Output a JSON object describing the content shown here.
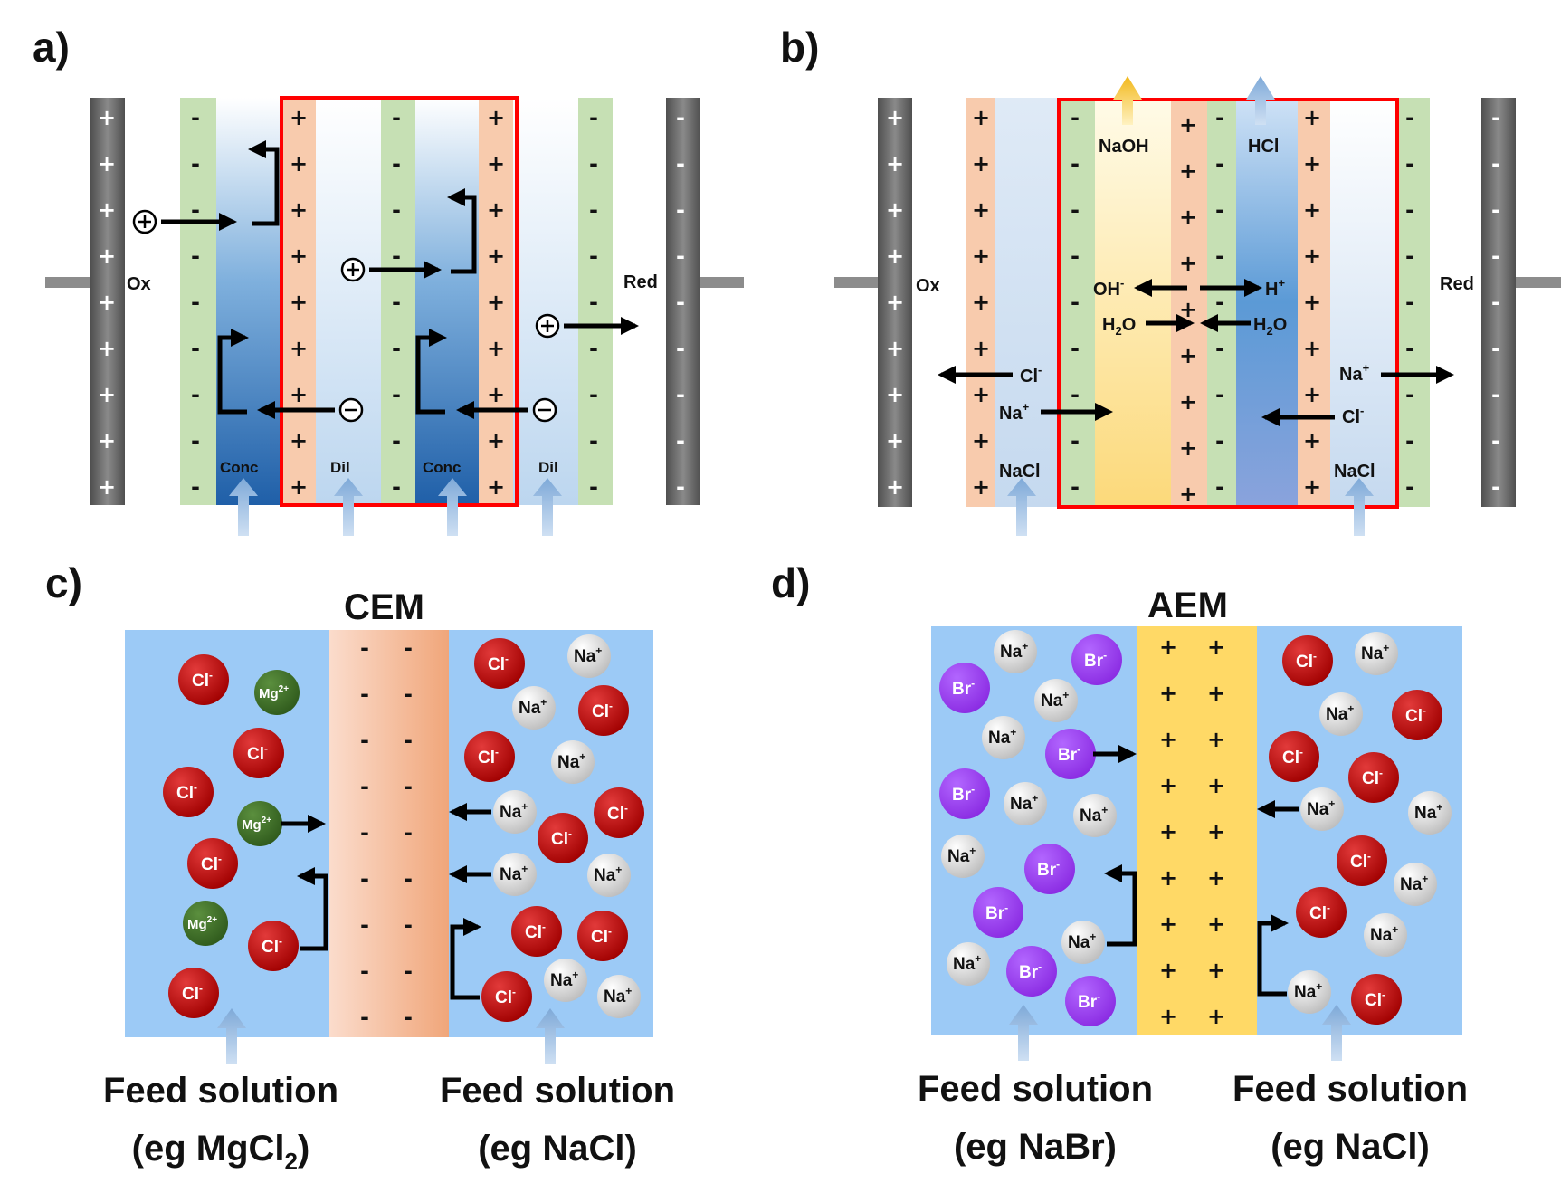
{
  "panel_a": {
    "label": "a)",
    "ox": "Ox",
    "red": "Red",
    "conc1": "Conc",
    "dil1": "Dil",
    "conc2": "Conc",
    "dil2": "Dil"
  },
  "panel_b": {
    "label": "b)",
    "ox": "Ox",
    "red": "Red",
    "naoh": "NaOH",
    "hcl": "HCl",
    "oh": "OH",
    "h": "H",
    "h2o_left": "H",
    "h2o_right": "H",
    "cl_left": "Cl",
    "na_left": "Na",
    "na_right": "Na",
    "cl_right": "Cl",
    "nacl_left": "NaCl",
    "nacl_right": "NaCl"
  },
  "panel_c": {
    "label": "c)",
    "title": "CEM",
    "feed_left_1": "Feed solution",
    "feed_left_2": "(eg MgCl",
    "feed_right_1": "Feed solution",
    "feed_right_2": "(eg NaCl)"
  },
  "panel_d": {
    "label": "d)",
    "title": "AEM",
    "feed_left_1": "Feed solution",
    "feed_left_2": "(eg NaBr)",
    "feed_right_1": "Feed solution",
    "feed_right_2": "(eg NaCl)"
  },
  "ions": {
    "cl": "Cl",
    "na": "Na",
    "mg": "Mg",
    "br": "Br"
  },
  "colors": {
    "cem_green": "#c6e0b4",
    "aem_orange": "#f8cbad",
    "electrode_gray": "#6e6e6e",
    "highlight_red": "#ff0000",
    "cl_red": "#c00000",
    "mg_green": "#3c6e28",
    "br_purple": "#9933ff",
    "solution_blue": "#9ccaf6",
    "aem_yellow": "#ffd966"
  }
}
